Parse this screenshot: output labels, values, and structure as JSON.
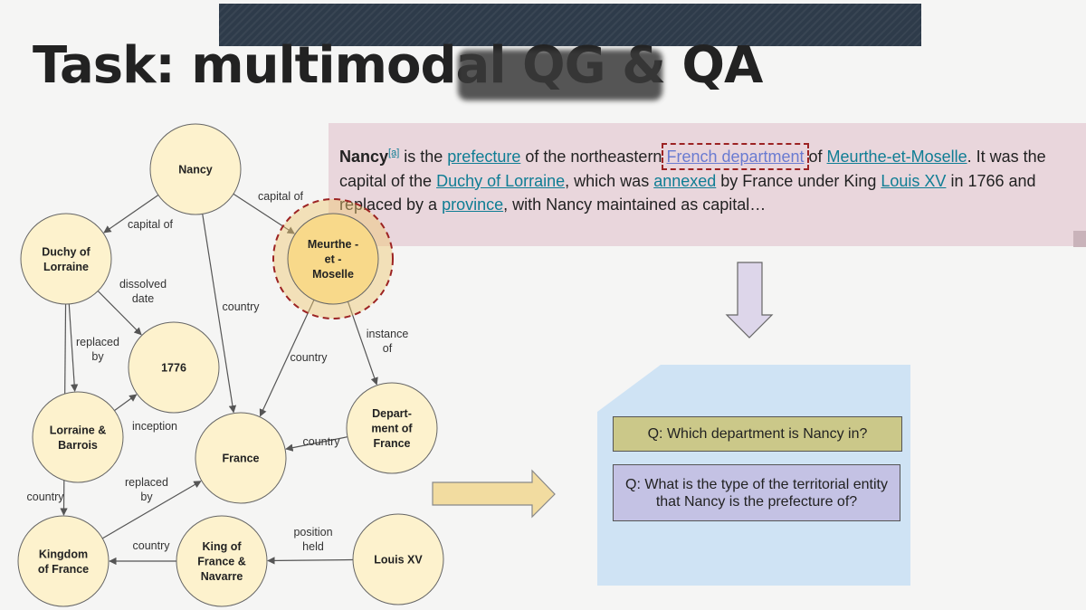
{
  "slide": {
    "title": "Task: multimodal QG & QA"
  },
  "passage": {
    "lines": [
      [
        {
          "t": "Nancy",
          "s": "bold"
        },
        {
          "t": "[a]",
          "s": "sup"
        },
        {
          "t": " is the "
        },
        {
          "t": "prefecture",
          "s": "link"
        },
        {
          "t": " of the northeastern "
        },
        {
          "t": "French department",
          "s": "highlight"
        },
        {
          "t": " of "
        },
        {
          "t": "Meurthe-et-Moselle",
          "s": "link"
        },
        {
          "t": ". It was the"
        }
      ],
      [
        {
          "t": "capital of the "
        },
        {
          "t": "Duchy of Lorraine",
          "s": "link"
        },
        {
          "t": ", which was "
        },
        {
          "t": "annexed",
          "s": "link"
        },
        {
          "t": " by France under King "
        },
        {
          "t": "Louis XV",
          "s": "link"
        },
        {
          "t": " in 1766 and"
        }
      ],
      [
        {
          "t": "replaced by a "
        },
        {
          "t": "province",
          "s": "link"
        },
        {
          "t": ", with Nancy maintained as capital…"
        }
      ]
    ]
  },
  "questions": {
    "q1": "Q: Which department is Nancy in?",
    "q2": "Q: What is the type of the territorial entity that Nancy is the prefecture of?"
  },
  "graph": {
    "nodes": [
      {
        "id": "nancy",
        "lines": [
          "Nancy"
        ],
        "highlight": false
      },
      {
        "id": "duchy-of-lorraine",
        "lines": [
          "Duchy of",
          "Lorraine"
        ],
        "highlight": false
      },
      {
        "id": "meurthe-et-moselle",
        "lines": [
          "Meurthe -",
          "et -",
          "Moselle"
        ],
        "highlight": true
      },
      {
        "id": "1776",
        "lines": [
          "1776"
        ],
        "highlight": false
      },
      {
        "id": "lorraine-and-barrois",
        "lines": [
          "Lorraine &",
          "Barrois"
        ],
        "highlight": false
      },
      {
        "id": "france",
        "lines": [
          "France"
        ],
        "highlight": false
      },
      {
        "id": "department-of-france",
        "lines": [
          "Depart-",
          "ment of",
          "France"
        ],
        "highlight": false
      },
      {
        "id": "kingdom-of-france",
        "lines": [
          "Kingdom",
          "of France"
        ],
        "highlight": false
      },
      {
        "id": "king-of-france-navarre",
        "lines": [
          "King of",
          "France &",
          "Navarre"
        ],
        "highlight": false
      },
      {
        "id": "louis-xv",
        "lines": [
          "Louis XV"
        ],
        "highlight": false
      }
    ],
    "edges": [
      {
        "from": "nancy",
        "to": "duchy-of-lorraine",
        "lines": [
          "capital of"
        ]
      },
      {
        "from": "nancy",
        "to": "meurthe-et-moselle",
        "lines": [
          "capital of"
        ]
      },
      {
        "from": "nancy",
        "to": "france",
        "lines": [
          "country"
        ]
      },
      {
        "from": "duchy-of-lorraine",
        "to": "1776",
        "lines": [
          "dissolved",
          "date"
        ]
      },
      {
        "from": "duchy-of-lorraine",
        "to": "lorraine-and-barrois",
        "lines": [
          "replaced",
          "by"
        ]
      },
      {
        "from": "duchy-of-lorraine",
        "to": "kingdom-of-france",
        "lines": [
          "country"
        ]
      },
      {
        "from": "meurthe-et-moselle",
        "to": "france",
        "lines": [
          "country"
        ]
      },
      {
        "from": "meurthe-et-moselle",
        "to": "department-of-france",
        "lines": [
          "instance",
          "of"
        ]
      },
      {
        "from": "lorraine-and-barrois",
        "to": "1776",
        "lines": [
          "inception"
        ]
      },
      {
        "from": "department-of-france",
        "to": "france",
        "lines": [
          "country"
        ]
      },
      {
        "from": "kingdom-of-france",
        "to": "france",
        "lines": [
          "replaced",
          "by"
        ]
      },
      {
        "from": "king-of-france-navarre",
        "to": "kingdom-of-france",
        "lines": [
          "country"
        ]
      },
      {
        "from": "louis-xv",
        "to": "king-of-france-navarre",
        "lines": [
          "position",
          "held"
        ]
      }
    ]
  },
  "colors": {
    "node_fill": "#fdf2cd",
    "node_highlight_fill": "#f8d98a",
    "highlight_dash": "#9c2323",
    "edge": "#555555",
    "down_arrow_fill": "#ddd6ea",
    "right_arrow_fill": "#f2dca0",
    "text_panel_bg": "#e9d6dc",
    "qa_panel_bg": "#cfe3f4"
  }
}
